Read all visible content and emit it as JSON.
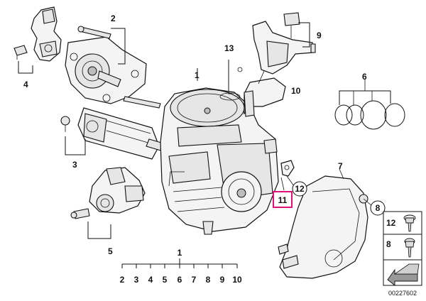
{
  "diagram": {
    "callouts": {
      "c1": "1",
      "c2": "2",
      "c3": "3",
      "c4": "4",
      "c5": "5",
      "c6": "6",
      "c7": "7",
      "c8": "8",
      "c9": "9",
      "c10": "10",
      "c11": "11",
      "c12": "12",
      "c13": "13"
    },
    "group_bracket": {
      "header": "1",
      "items": [
        "2",
        "3",
        "4",
        "5",
        "6",
        "7",
        "8",
        "9",
        "10"
      ]
    },
    "legend": {
      "item_12": "12",
      "item_8": "8"
    },
    "highlighted_callout": "11",
    "highlight_color": "#e0117a",
    "image_code": "00227602"
  }
}
